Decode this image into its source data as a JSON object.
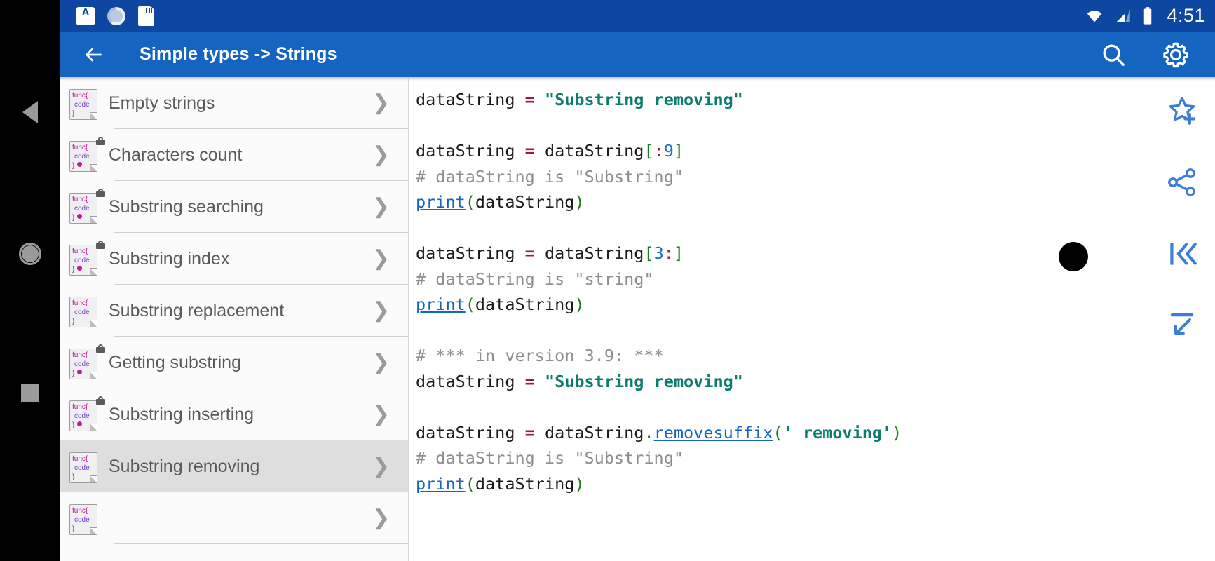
{
  "statusbar": {
    "time": "4:51",
    "icons": [
      "app-notification-icon",
      "sync-icon",
      "sd-card-icon",
      "wifi-icon",
      "cellular-signal-icon",
      "battery-icon"
    ]
  },
  "appbar": {
    "back_label": "←",
    "title": "Simple types -> Strings",
    "search_label": "search-icon",
    "settings_label": "gear-icon",
    "bg_color": "#1565c0"
  },
  "navbar": {
    "back": "back-triangle",
    "home": "home-circle",
    "recents": "recents-square"
  },
  "list": {
    "items": [
      {
        "label": "Empty strings",
        "locked": false,
        "dot": false,
        "selected": false
      },
      {
        "label": "Characters count",
        "locked": true,
        "dot": true,
        "selected": false
      },
      {
        "label": "Substring searching",
        "locked": true,
        "dot": true,
        "selected": false
      },
      {
        "label": "Substring index",
        "locked": true,
        "dot": true,
        "selected": false
      },
      {
        "label": "Substring replacement",
        "locked": false,
        "dot": false,
        "selected": false
      },
      {
        "label": "Getting substring",
        "locked": true,
        "dot": true,
        "selected": false
      },
      {
        "label": "Substring inserting",
        "locked": true,
        "dot": true,
        "selected": false
      },
      {
        "label": "Substring removing",
        "locked": false,
        "dot": false,
        "selected": true
      },
      {
        "label": "",
        "locked": false,
        "dot": false,
        "selected": false
      }
    ],
    "icon_lines": [
      "func{",
      "code",
      "}"
    ],
    "chevron": "❯",
    "icon_name": "code-snippet-icon",
    "lock_icon": "lock-icon"
  },
  "code": {
    "language": "python",
    "lines": [
      {
        "tokens": [
          {
            "t": "dataString ",
            "c": "plain"
          },
          {
            "t": "=",
            "c": "t-eq"
          },
          {
            "t": " ",
            "c": "plain"
          },
          {
            "t": "\"Substring removing\"",
            "c": "t-str"
          }
        ]
      },
      {
        "tokens": []
      },
      {
        "tokens": [
          {
            "t": "dataString ",
            "c": "plain"
          },
          {
            "t": "=",
            "c": "t-eq"
          },
          {
            "t": " dataString",
            "c": "plain"
          },
          {
            "t": "[",
            "c": "t-brk"
          },
          {
            "t": ":",
            "c": "t-colon"
          },
          {
            "t": "9",
            "c": "t-num"
          },
          {
            "t": "]",
            "c": "t-brk"
          }
        ]
      },
      {
        "tokens": [
          {
            "t": "# dataString is \"Substring\"",
            "c": "t-com"
          }
        ]
      },
      {
        "tokens": [
          {
            "t": "print",
            "c": "t-link"
          },
          {
            "t": "(",
            "c": "t-paren"
          },
          {
            "t": "dataString",
            "c": "plain"
          },
          {
            "t": ")",
            "c": "t-paren"
          }
        ]
      },
      {
        "tokens": []
      },
      {
        "tokens": [
          {
            "t": "dataString ",
            "c": "plain"
          },
          {
            "t": "=",
            "c": "t-eq"
          },
          {
            "t": " dataString",
            "c": "plain"
          },
          {
            "t": "[",
            "c": "t-brk"
          },
          {
            "t": "3",
            "c": "t-num"
          },
          {
            "t": ":",
            "c": "t-colon"
          },
          {
            "t": "]",
            "c": "t-brk"
          }
        ]
      },
      {
        "tokens": [
          {
            "t": "# dataString is \"string\"",
            "c": "t-com"
          }
        ]
      },
      {
        "tokens": [
          {
            "t": "print",
            "c": "t-link"
          },
          {
            "t": "(",
            "c": "t-paren"
          },
          {
            "t": "dataString",
            "c": "plain"
          },
          {
            "t": ")",
            "c": "t-paren"
          }
        ]
      },
      {
        "tokens": []
      },
      {
        "tokens": [
          {
            "t": "# *** in version 3.9: ***",
            "c": "t-com"
          }
        ]
      },
      {
        "tokens": [
          {
            "t": "dataString ",
            "c": "plain"
          },
          {
            "t": "=",
            "c": "t-eq"
          },
          {
            "t": " ",
            "c": "plain"
          },
          {
            "t": "\"Substring removing\"",
            "c": "t-str"
          }
        ]
      },
      {
        "tokens": []
      },
      {
        "tokens": [
          {
            "t": "dataString ",
            "c": "plain"
          },
          {
            "t": "=",
            "c": "t-eq"
          },
          {
            "t": " dataString",
            "c": "plain"
          },
          {
            "t": ".",
            "c": "t-dot"
          },
          {
            "t": "removesuffix",
            "c": "t-link"
          },
          {
            "t": "(",
            "c": "t-paren"
          },
          {
            "t": "' removing'",
            "c": "t-str"
          },
          {
            "t": ")",
            "c": "t-paren"
          }
        ]
      },
      {
        "tokens": [
          {
            "t": "# dataString is \"Substring\"",
            "c": "t-com"
          }
        ]
      },
      {
        "tokens": [
          {
            "t": "print",
            "c": "t-link"
          },
          {
            "t": "(",
            "c": "t-paren"
          },
          {
            "t": "dataString",
            "c": "plain"
          },
          {
            "t": ")",
            "c": "t-paren"
          }
        ]
      }
    ]
  },
  "rail": {
    "items": [
      {
        "name": "add-to-favorites-icon"
      },
      {
        "name": "share-icon"
      },
      {
        "name": "skip-to-start-icon"
      },
      {
        "name": "collapse-icon"
      }
    ],
    "accent": "#3b7dd8"
  },
  "colors": {
    "statusbar": "#0d47a1",
    "appbar": "#1565c0",
    "selected_row": "#dedede",
    "string_token": "#0b7c6e",
    "link_token": "#1565c0",
    "comment_token": "#8e8e8e",
    "number_token": "#1a6fc4",
    "icon_magenta": "#c2179b",
    "icon_purple": "#7a3fc4"
  }
}
